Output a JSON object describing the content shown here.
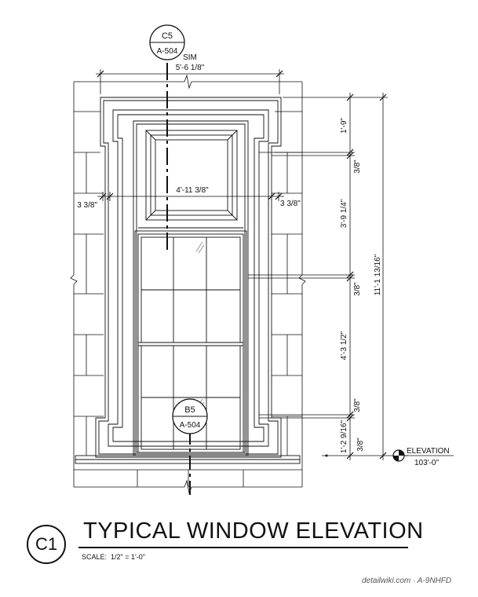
{
  "title": {
    "tag": "C1",
    "text": "TYPICAL WINDOW ELEVATION",
    "scale_label": "SCALE:",
    "scale_value": "1/2\" = 1'-0\""
  },
  "callouts": {
    "section_top": {
      "id": "C5",
      "sheet": "A-504"
    },
    "section_bottom": {
      "id": "B5",
      "sheet": "A-504"
    }
  },
  "dimensions": {
    "overall_width_note": "SIM",
    "overall_width": "5'-6 1/8\"",
    "inner_width": "4'-11 3/8\"",
    "left_offset": "3 3/8\"",
    "right_offset": "3 3/8\"",
    "vertical_chain": [
      "1'-9\"",
      "3/8\"",
      "3'-9 1/4\"",
      "3/8\"",
      "4'-3 1/2\"",
      "3/8\"",
      "1'-2 9/16\"",
      "3/8\""
    ],
    "overall_height": "11'-1 13/16\""
  },
  "elevation": {
    "label": "ELEVATION",
    "value": "103'-0\""
  },
  "watermark": "detailwiki.com · A-9NHFD"
}
